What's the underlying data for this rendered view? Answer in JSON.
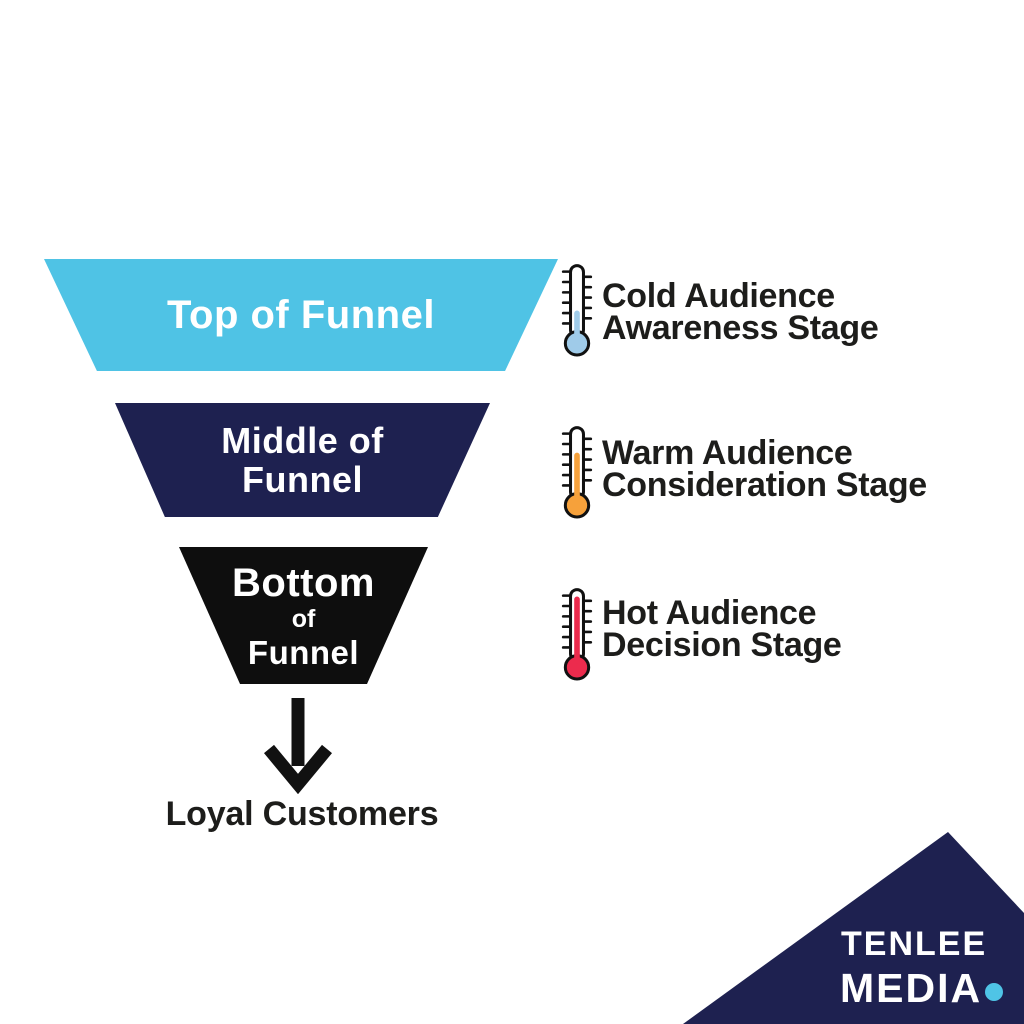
{
  "canvas": {
    "background": "#ffffff"
  },
  "palette": {
    "ink": "#1d1d1b"
  },
  "funnel": {
    "stages": [
      {
        "id": "top",
        "label": "Top of Funnel",
        "color": "#4fc3e5",
        "text_color": "#ffffff"
      },
      {
        "id": "middle",
        "lines": [
          "Middle of",
          "Funnel"
        ],
        "color": "#1e2150",
        "text_color": "#ffffff"
      },
      {
        "id": "bottom",
        "lines": [
          "Bottom",
          "of",
          "Funnel"
        ],
        "color": "#0e0e0e",
        "text_color": "#ffffff"
      }
    ],
    "outcome_label": "Loyal Customers"
  },
  "stages_info": [
    {
      "audience": "Cold Audience",
      "stage": "Awareness Stage",
      "icon": "thermometer-low",
      "thermometer_color": "#9fcbe9"
    },
    {
      "audience": "Warm Audience",
      "stage": "Consideration Stage",
      "icon": "thermometer-medium",
      "thermometer_color": "#f6a13b"
    },
    {
      "audience": "Hot Audience",
      "stage": "Decision Stage",
      "icon": "thermometer-high",
      "thermometer_color": "#ec2b4d"
    }
  ],
  "logo": {
    "line1": "TENLEE",
    "line2": "MEDIA",
    "background": "#1e2150",
    "text_color": "#ffffff",
    "dot_color": "#4fc4e6"
  }
}
